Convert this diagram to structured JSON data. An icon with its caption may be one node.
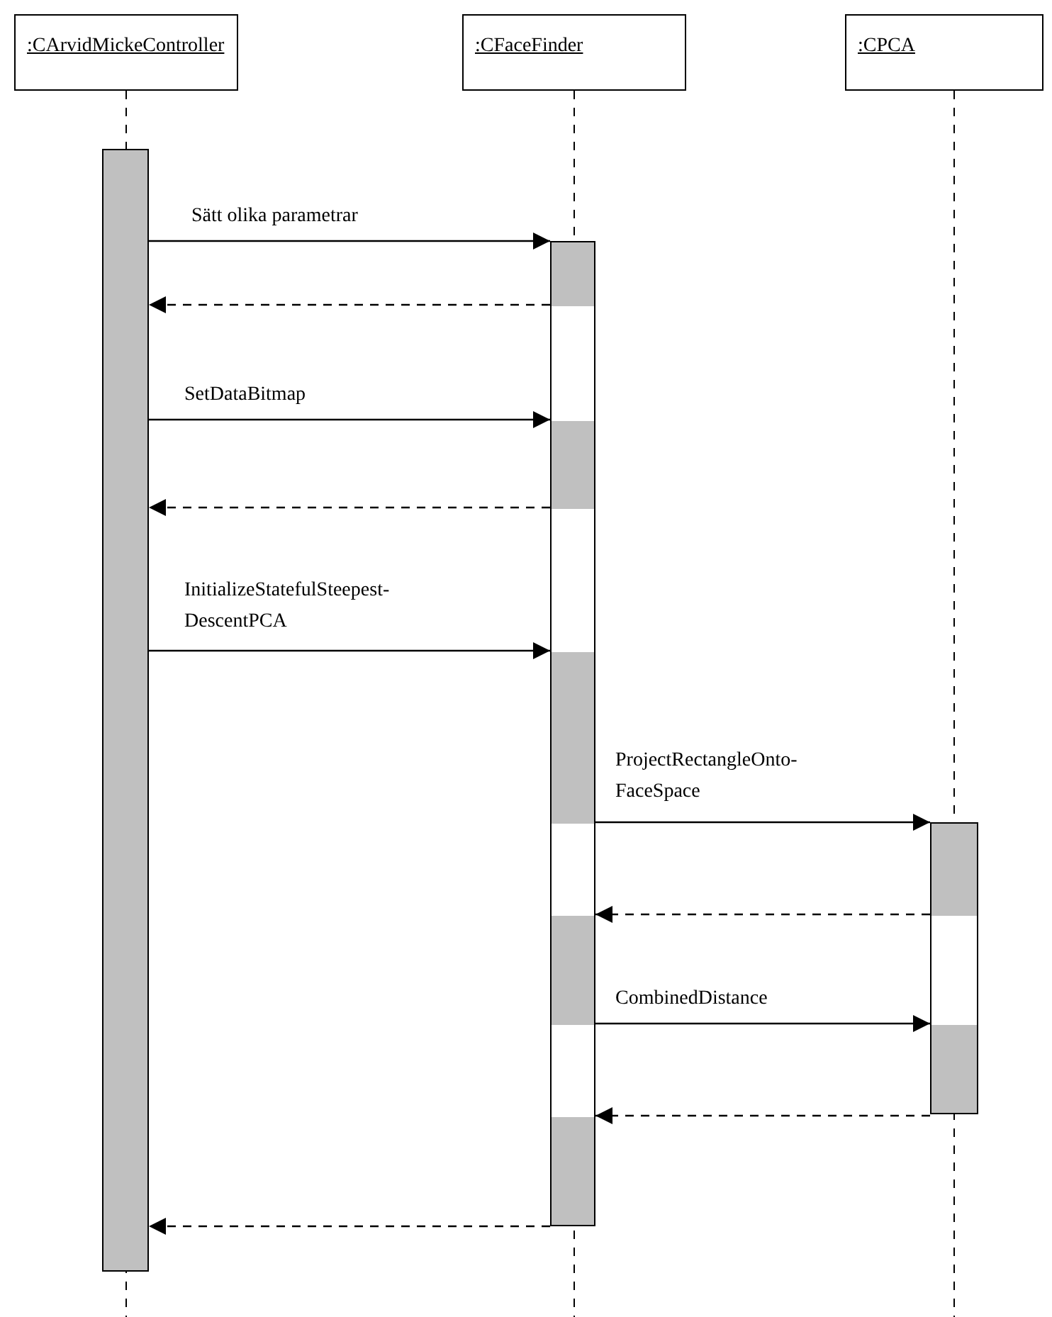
{
  "diagram": {
    "nodes": [
      {
        "text": [
          ":CArvidMickeController"
        ]
      },
      {
        "text": [
          ":CFaceFinder"
        ]
      },
      {
        "text": [
          ":CPCA"
        ]
      },
      {
        "text": [],
        "shape": "bar"
      },
      {
        "text": [],
        "shape": "bar"
      },
      {
        "text": [],
        "shape": "bar"
      }
    ],
    "edges": [
      {
        "from": 3,
        "to": 4,
        "arrow": "to",
        "label": "Sätt olika parametrar"
      },
      {
        "from": 4,
        "to": 3,
        "arrow": "to",
        "style": "dashed"
      },
      {
        "from": 3,
        "to": 4,
        "arrow": "to",
        "label": "SetDataBitmap"
      },
      {
        "from": 4,
        "to": 3,
        "arrow": "to",
        "style": "dashed"
      },
      {
        "from": 3,
        "to": 4,
        "arrow": "to",
        "label": "InitializeStatefulSteepest- DescentPCA"
      },
      {
        "from": 4,
        "to": 5,
        "arrow": "to",
        "label": "ProjectRectangleOnto- FaceSpace"
      },
      {
        "from": 5,
        "to": 4,
        "arrow": "to",
        "style": "dashed"
      },
      {
        "from": 4,
        "to": 5,
        "arrow": "to",
        "label": "CombinedDistance"
      },
      {
        "from": 5,
        "to": 4,
        "arrow": "to",
        "style": "dashed"
      },
      {
        "from": 4,
        "to": 3,
        "arrow": "to",
        "style": "dashed"
      }
    ]
  }
}
